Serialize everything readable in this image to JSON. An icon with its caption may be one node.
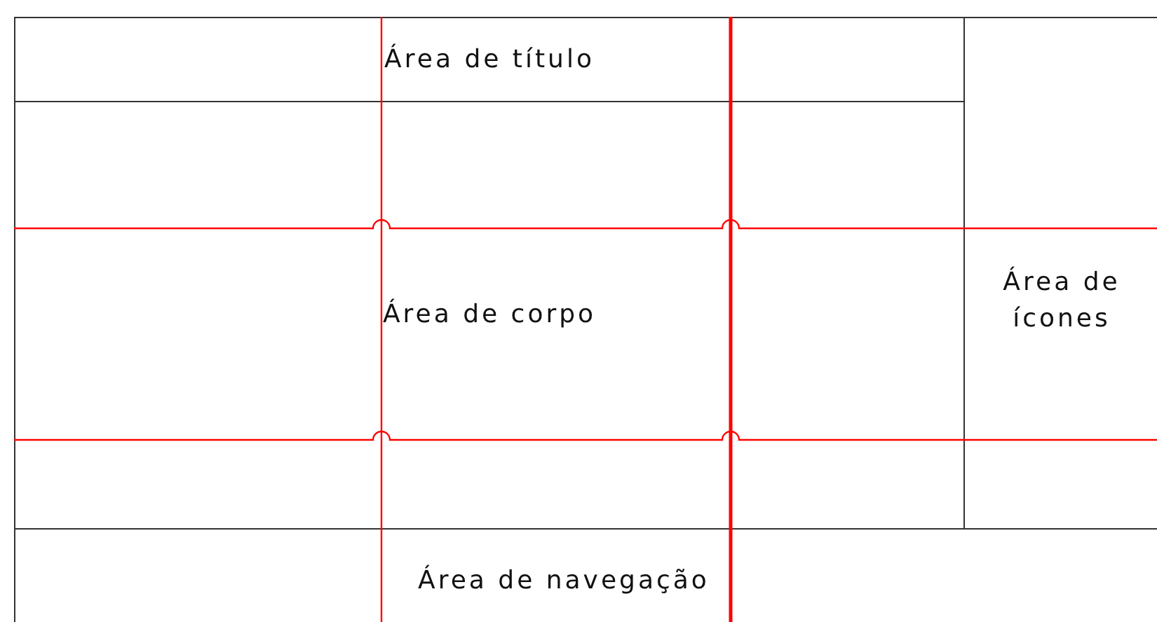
{
  "diagram": {
    "nodes": [
      {
        "text": [
          "Área de título"
        ]
      },
      {
        "text": [
          "Área de corpo"
        ]
      },
      {
        "text": [
          "Área de ícones"
        ]
      },
      {
        "text": [
          "Área de navegação"
        ]
      }
    ]
  }
}
